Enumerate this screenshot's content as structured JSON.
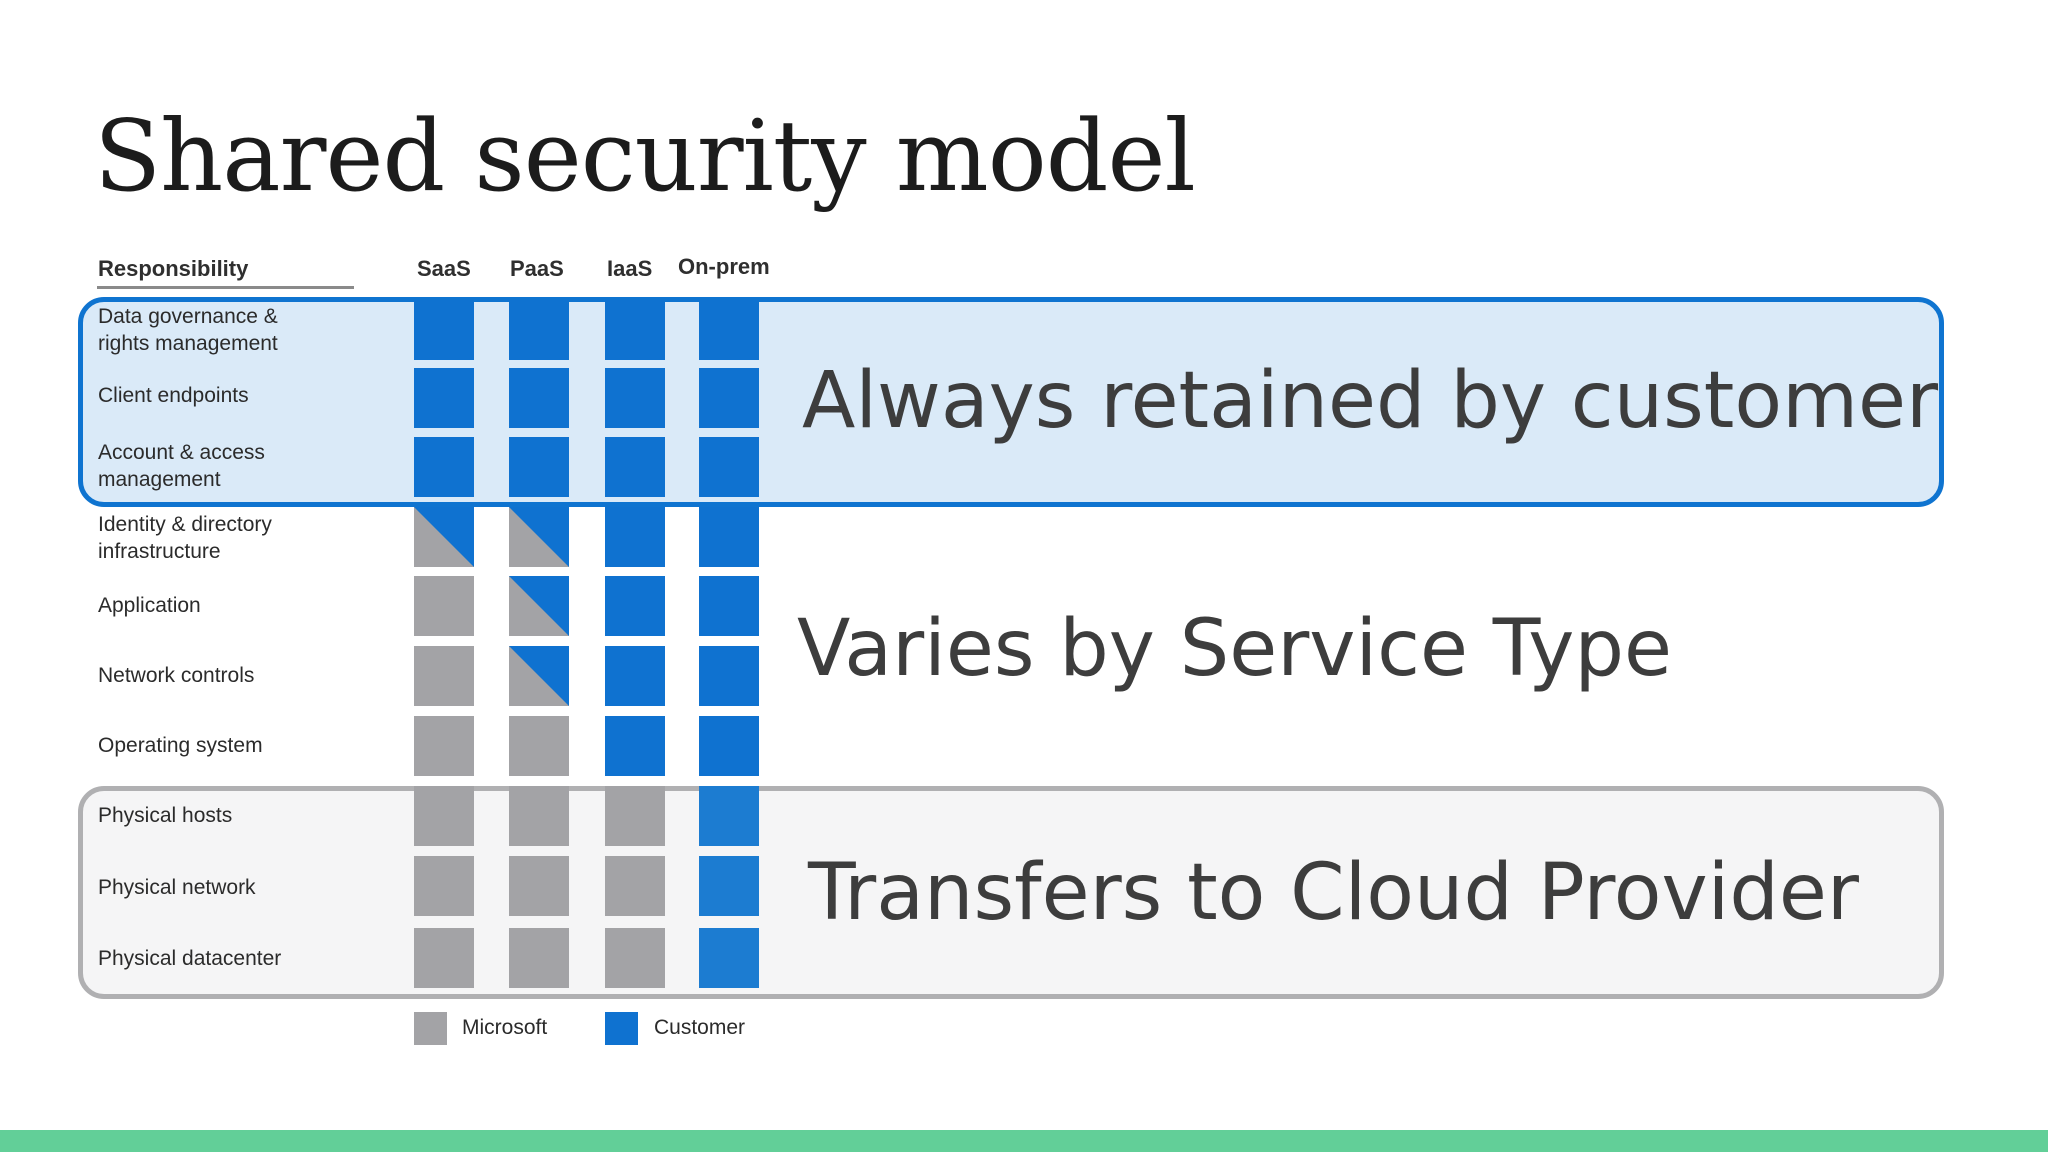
{
  "slide": {
    "title": "Shared security model"
  },
  "colors": {
    "microsoft": "#a3a3a6",
    "customer": "#0f72d0",
    "customer_light": "#1c7cd1",
    "customer_band_fill": "#daeaf8",
    "customer_band_border": "#0f74d0",
    "provider_band_fill": "#f5f5f6",
    "provider_band_border": "#b0b0b2",
    "footer": "#62cf98"
  },
  "table": {
    "header": {
      "responsibility": "Responsibility"
    },
    "columns": [
      "SaaS",
      "PaaS",
      "IaaS",
      "On-prem"
    ],
    "rows": [
      {
        "label": "Data governance &\nrights management",
        "cells": [
          "customer",
          "customer",
          "customer",
          "customer"
        ]
      },
      {
        "label": "Client endpoints",
        "cells": [
          "customer",
          "customer",
          "customer",
          "customer"
        ]
      },
      {
        "label": "Account & access\nmanagement",
        "cells": [
          "customer",
          "customer",
          "customer",
          "customer"
        ]
      },
      {
        "label": "Identity & directory\ninfrastructure",
        "cells": [
          "shared",
          "shared",
          "customer",
          "customer"
        ]
      },
      {
        "label": "Application",
        "cells": [
          "microsoft",
          "shared",
          "customer",
          "customer"
        ]
      },
      {
        "label": "Network controls",
        "cells": [
          "microsoft",
          "shared",
          "customer",
          "customer"
        ]
      },
      {
        "label": "Operating system",
        "cells": [
          "microsoft",
          "microsoft",
          "customer",
          "customer"
        ]
      },
      {
        "label": "Physical hosts",
        "cells": [
          "microsoft",
          "microsoft",
          "microsoft",
          "customer"
        ]
      },
      {
        "label": "Physical network",
        "cells": [
          "microsoft",
          "microsoft",
          "microsoft",
          "customer"
        ]
      },
      {
        "label": "Physical datacenter",
        "cells": [
          "microsoft",
          "microsoft",
          "microsoft",
          "customer"
        ]
      }
    ]
  },
  "bands": {
    "customer": "Always retained by customer",
    "varies": "Varies by Service Type",
    "provider": "Transfers to Cloud Provider"
  },
  "legend": {
    "microsoft": "Microsoft",
    "customer": "Customer"
  }
}
